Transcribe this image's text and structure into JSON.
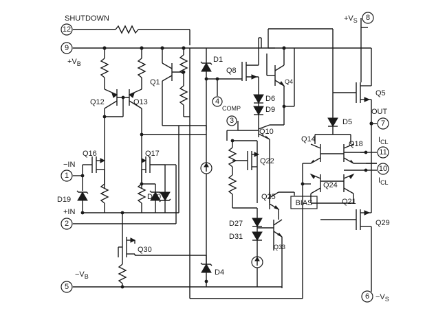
{
  "pins": {
    "p12": {
      "number": "12",
      "label": "SHUTDOWN"
    },
    "p9": {
      "number": "9",
      "label": "+V",
      "sub": "B"
    },
    "p8": {
      "number": "8",
      "label": "+V",
      "sub": "S"
    },
    "p4": {
      "number": "4"
    },
    "p3": {
      "number": "3",
      "label": "COMP"
    },
    "p7": {
      "number": "7",
      "label": "OUT"
    },
    "p11": {
      "number": "11",
      "label": "I",
      "sub": "CL"
    },
    "p10": {
      "number": "10",
      "label": "I",
      "sub": "CL"
    },
    "p1": {
      "number": "1",
      "label": "−IN"
    },
    "p2": {
      "number": "2",
      "label": "+IN"
    },
    "p5": {
      "number": "5",
      "label": "−V",
      "sub": "B"
    },
    "p6": {
      "number": "6",
      "label": "−V",
      "sub": "S"
    }
  },
  "components": {
    "Q1": "Q1",
    "Q4": "Q4",
    "Q5": "Q5",
    "Q8": "Q8",
    "Q10": "Q10",
    "Q12": "Q12",
    "Q13": "Q13",
    "Q14": "Q14",
    "Q16": "Q16",
    "Q17": "Q17",
    "Q18": "Q18",
    "Q21": "Q21",
    "Q22": "Q22",
    "Q24": "Q24",
    "Q25": "Q25",
    "Q29": "Q29",
    "Q30": "Q30",
    "Q33": "Q33",
    "D1": "D1",
    "D4": "D4",
    "D5": "D5",
    "D6": "D6",
    "D9": "D9",
    "D19": "D19",
    "D20": "D20",
    "D27": "D27",
    "D31": "D31",
    "BIAS": "BIAS"
  },
  "icons": {
    "resistor": "resistor-icon",
    "diode": "diode-icon",
    "zener": "zener-diode-icon",
    "npn": "npn-transistor-icon",
    "pnp": "pnp-transistor-icon",
    "fet": "fet-icon",
    "current-source": "current-source-icon"
  }
}
